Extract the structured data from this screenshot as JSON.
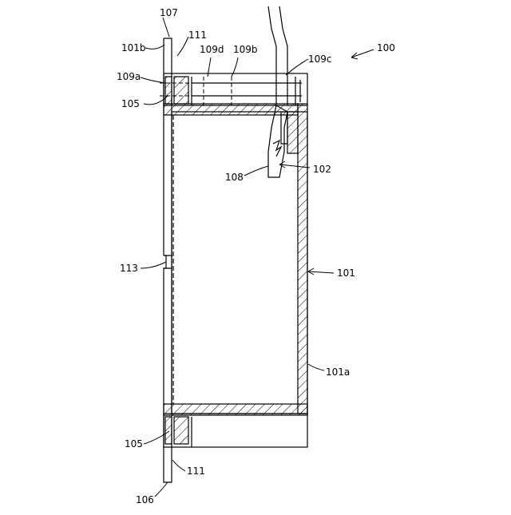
{
  "figure": {
    "labels": {
      "ref_100": "100",
      "ref_101": "101",
      "ref_101a": "101a",
      "ref_101b": "101b",
      "ref_102": "102",
      "ref_105_top": "105",
      "ref_105_bottom": "105",
      "ref_106": "106",
      "ref_107": "107",
      "ref_108": "108",
      "ref_109a": "109a",
      "ref_109b": "109b",
      "ref_109c": "109c",
      "ref_109d": "109d",
      "ref_111_top": "111",
      "ref_111_bottom": "111",
      "ref_113": "113"
    }
  }
}
